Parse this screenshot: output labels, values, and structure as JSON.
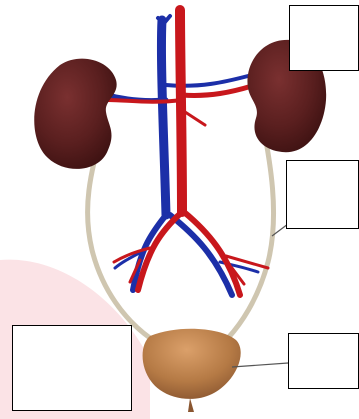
{
  "diagram": {
    "subject": "urinary system",
    "colors": {
      "kidney": "#5a1f1f",
      "kidney_shade": "#3e1212",
      "artery": "#c8171c",
      "vein": "#1c2fa8",
      "ureter": "#cfc6b0",
      "bladder": "#b57a45",
      "bladder_highlight": "#dba06a",
      "leader_line": "#555555",
      "background_blush": "#fbe3e6"
    },
    "label_boxes": [
      {
        "id": "box-top-right",
        "text": ""
      },
      {
        "id": "box-mid-right",
        "text": ""
      },
      {
        "id": "box-bottom-left",
        "text": ""
      },
      {
        "id": "box-bottom-right",
        "text": ""
      }
    ]
  }
}
